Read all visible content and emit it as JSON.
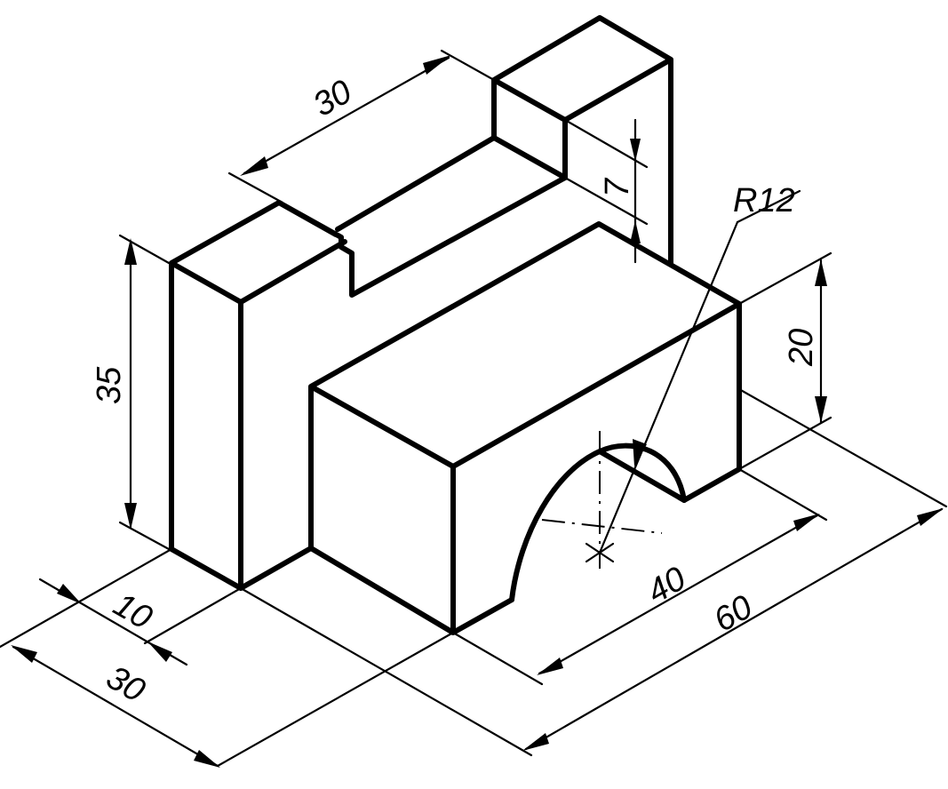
{
  "dimensions": {
    "top_length": "30",
    "height_total": "35",
    "slot_depth": "7",
    "radius": "R12",
    "block_height": "20",
    "block_length": "40",
    "total_length": "60",
    "wall_thickness": "10",
    "total_width": "30"
  }
}
